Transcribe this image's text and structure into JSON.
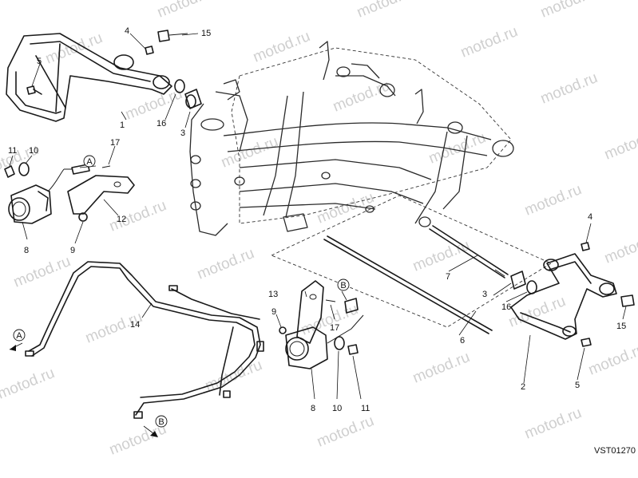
{
  "watermark": "motod.ru",
  "diagram_code": "VST01270",
  "callouts": [
    {
      "id": "c-1",
      "text": "1"
    },
    {
      "id": "c-2",
      "text": "2"
    },
    {
      "id": "c-3a",
      "text": "3"
    },
    {
      "id": "c-3b",
      "text": "3"
    },
    {
      "id": "c-4a",
      "text": "4"
    },
    {
      "id": "c-4b",
      "text": "4"
    },
    {
      "id": "c-5a",
      "text": "5"
    },
    {
      "id": "c-5b",
      "text": "5"
    },
    {
      "id": "c-6",
      "text": "6"
    },
    {
      "id": "c-7",
      "text": "7"
    },
    {
      "id": "c-8a",
      "text": "8"
    },
    {
      "id": "c-8b",
      "text": "8"
    },
    {
      "id": "c-9a",
      "text": "9"
    },
    {
      "id": "c-9b",
      "text": "9"
    },
    {
      "id": "c-10a",
      "text": "10"
    },
    {
      "id": "c-10b",
      "text": "10"
    },
    {
      "id": "c-11a",
      "text": "11"
    },
    {
      "id": "c-11b",
      "text": "11"
    },
    {
      "id": "c-12",
      "text": "12"
    },
    {
      "id": "c-13",
      "text": "13"
    },
    {
      "id": "c-14",
      "text": "14"
    },
    {
      "id": "c-15a",
      "text": "15"
    },
    {
      "id": "c-15b",
      "text": "15"
    },
    {
      "id": "c-16a",
      "text": "16"
    },
    {
      "id": "c-16b",
      "text": "16"
    },
    {
      "id": "c-17a",
      "text": "17"
    },
    {
      "id": "c-17b",
      "text": "17"
    }
  ],
  "connectors": [
    {
      "id": "conn-a1",
      "text": "A"
    },
    {
      "id": "conn-a2",
      "text": "A"
    },
    {
      "id": "conn-b1",
      "text": "B"
    },
    {
      "id": "conn-b2",
      "text": "B"
    }
  ]
}
